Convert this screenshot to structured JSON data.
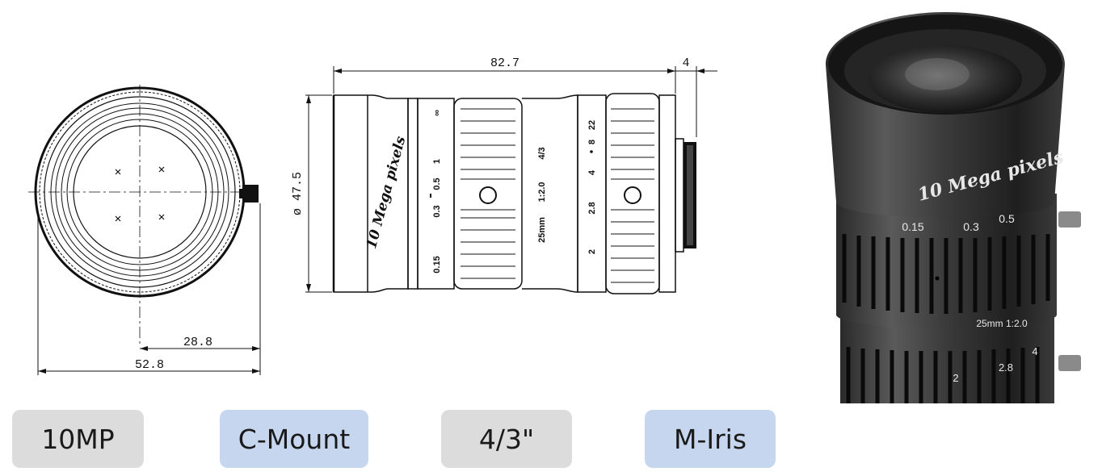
{
  "front_view": {
    "dim_offset": "28.8",
    "dim_width": "52.8"
  },
  "side_view": {
    "dim_length": "82.7",
    "dim_flange": "4",
    "dim_diameter": "ø 47.5",
    "brand_text": "10 Mega pixels",
    "focus_scale": [
      "∞",
      "1",
      "0.5",
      "0.3",
      "0.15"
    ],
    "focal_spec": [
      "4/3",
      "1:2.0",
      "25mm"
    ],
    "iris_scale": [
      "22",
      "8",
      "4",
      "2.8",
      "2"
    ]
  },
  "photo": {
    "brand_text": "10 Mega pixels",
    "focus_scale": [
      "0.15",
      "0.3",
      "0.5"
    ],
    "focal_text": "25mm  1:2.0",
    "iris_scale": [
      "2",
      "2.8",
      "4"
    ]
  },
  "badges": [
    {
      "label": "10MP",
      "color": "#dcdcdc"
    },
    {
      "label": "C-Mount",
      "color": "#c6d6ee"
    },
    {
      "label": "4/3\"",
      "color": "#dcdcdc"
    },
    {
      "label": "M-Iris",
      "color": "#c6d6ee"
    }
  ]
}
